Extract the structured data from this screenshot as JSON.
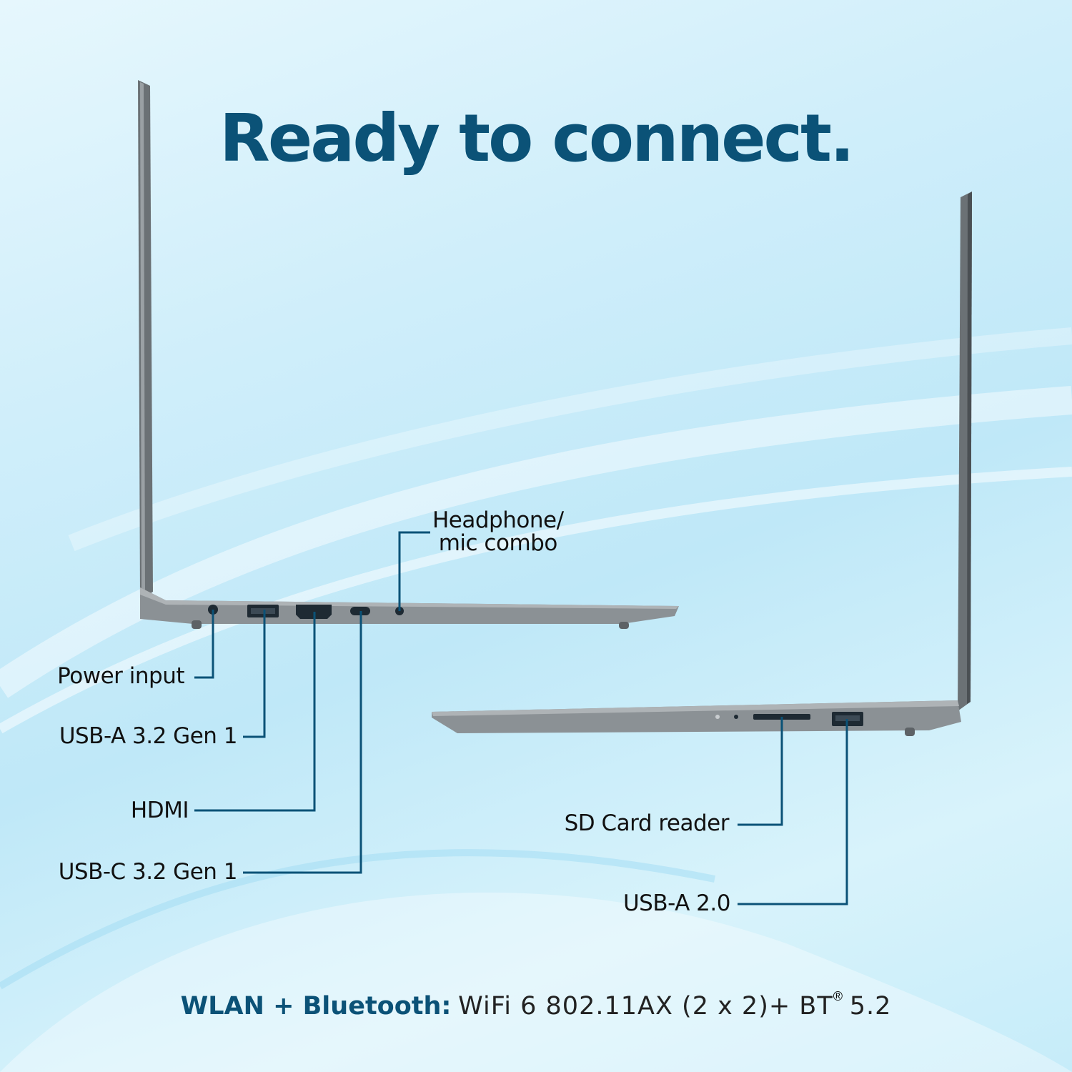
{
  "headline": "Ready to connect.",
  "left_ports": {
    "headphone": [
      "Headphone/",
      "mic combo"
    ],
    "power": "Power input",
    "usb_a_gen1": "USB-A 3.2 Gen 1",
    "hdmi": "HDMI",
    "usb_c": "USB-C 3.2 Gen 1"
  },
  "right_ports": {
    "sd_card": "SD Card reader",
    "usb_a_2": "USB-A 2.0"
  },
  "footer": {
    "key": "WLAN + Bluetooth:",
    "value_prefix": "WiFi 6 802.11AX (2 x 2)+ BT",
    "registered": "®",
    "value_suffix": "5.2"
  },
  "colors": {
    "accent": "#0b5277",
    "callout_line": "#0b5277",
    "laptop_body": "#7d8387"
  }
}
